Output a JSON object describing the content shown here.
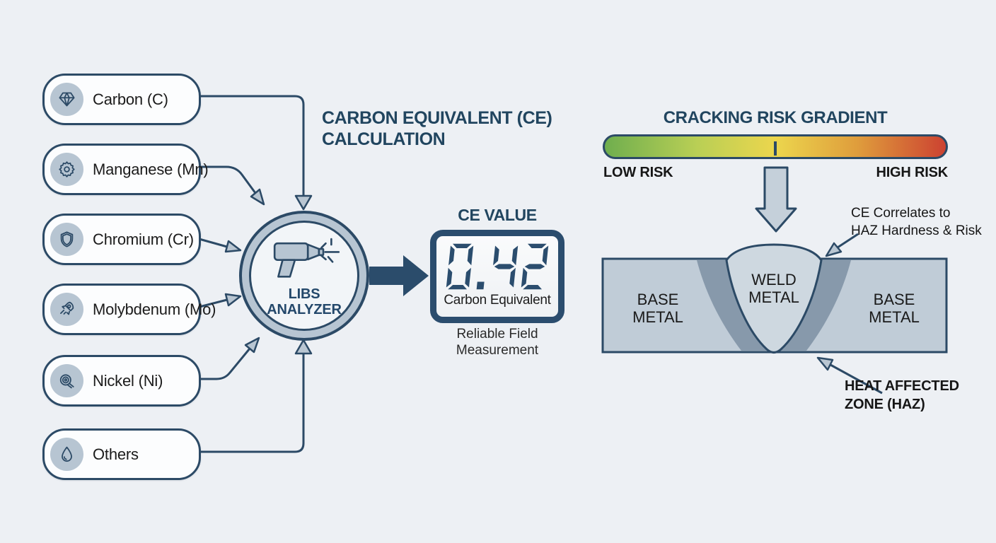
{
  "palette": {
    "background": "#edf0f4",
    "ink": "#2c4a66",
    "heading": "#21455f",
    "pill_bg": "#fcfdfe",
    "icon_circle": "#b7c5d2",
    "arrowhead_fill": "#b9c6d2",
    "solid_arrow": "#2b4c6b",
    "display_digit": "#2b4d6e",
    "gradient_green": "#6fae4e",
    "gradient_yellowgreen": "#b9cf55",
    "gradient_yellow": "#ecd64d",
    "gradient_orange": "#df9d3c",
    "gradient_red": "#cc4231",
    "slab_fill": "#c0ccd7",
    "haz_fill": "#8799ab",
    "weld_fill": "#ced8e0",
    "block_arrow_fill": "#c5d0da"
  },
  "elements": [
    {
      "label": "Carbon (C)",
      "icon": "diamond-icon"
    },
    {
      "label": "Manganese (Mn)",
      "icon": "gear-icon"
    },
    {
      "label": "Chromium (Cr)",
      "icon": "shield-icon"
    },
    {
      "label": "Molybdenum (Mo)",
      "icon": "rocket-icon"
    },
    {
      "label": "Nickel (Ni)",
      "icon": "coil-icon"
    },
    {
      "label": "Others",
      "icon": "droplet-icon"
    }
  ],
  "analyzer": {
    "line1": "LIBS",
    "line2": "ANALYZER"
  },
  "calculation": {
    "title_line1": "CARBON EQUIVALENT (CE)",
    "title_line2": "CALCULATION",
    "value_heading": "CE VALUE",
    "value": "0.42",
    "value_label": "Carbon Equivalent",
    "caption_line1": "Reliable Field",
    "caption_line2": "Measurement"
  },
  "risk": {
    "title": "CRACKING RISK GRADIENT",
    "low_label": "LOW RISK",
    "high_label": "HIGH RISK",
    "marker_position_pct": 50
  },
  "weld_diagram": {
    "base_left_line1": "BASE",
    "base_left_line2": "METAL",
    "weld_line1": "WELD",
    "weld_line2": "METAL",
    "base_right_line1": "BASE",
    "base_right_line2": "METAL",
    "annotation_line1": "CE Correlates to",
    "annotation_line2": "HAZ Hardness & Risk",
    "haz_label_line1": "HEAT AFFECTED",
    "haz_label_line2": "ZONE (HAZ)"
  }
}
